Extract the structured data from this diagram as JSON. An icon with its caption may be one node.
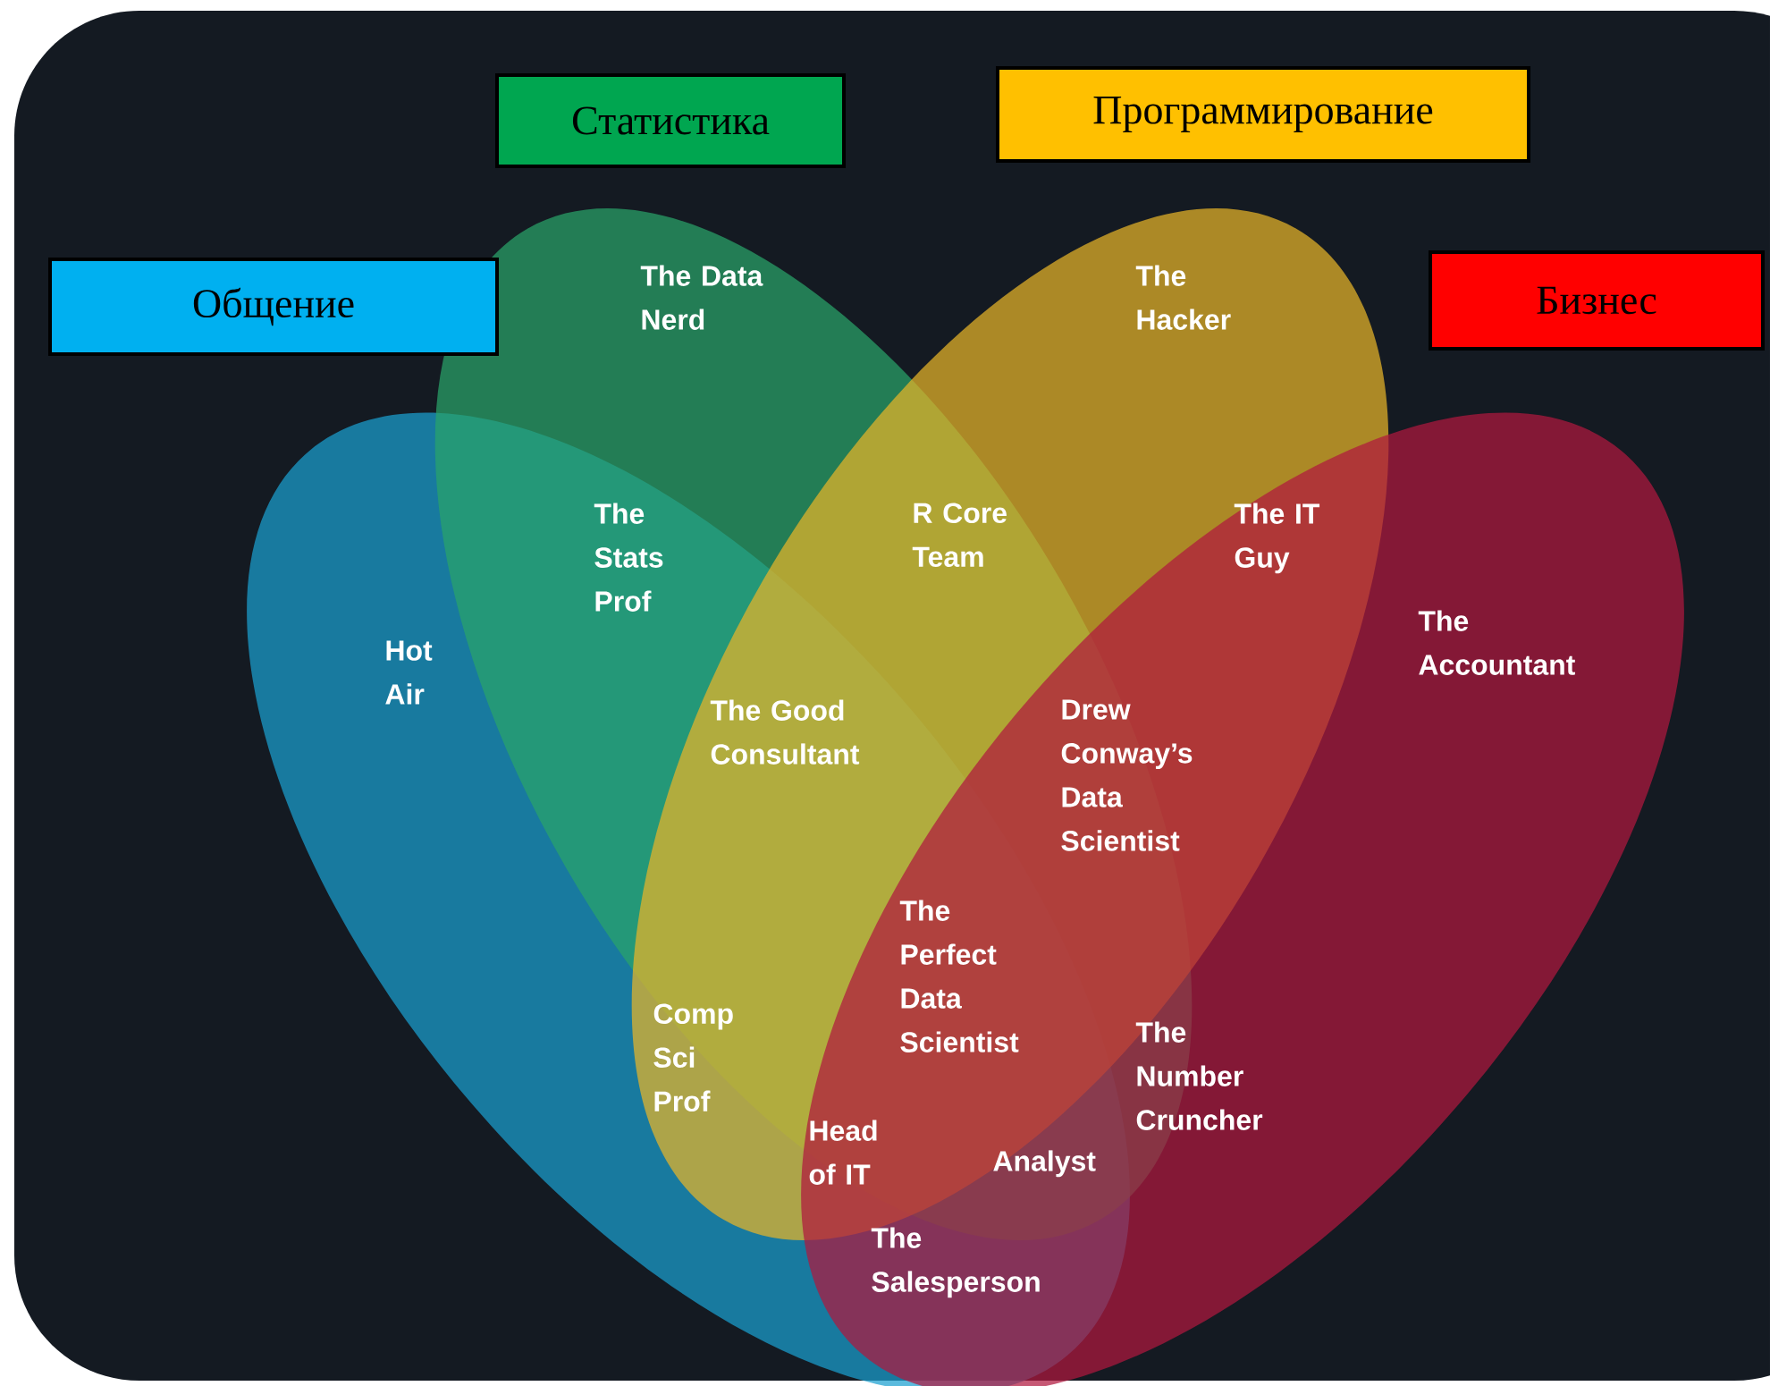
{
  "diagram": {
    "nodes": [
      {
        "text": [
          "Статистика"
        ]
      },
      {
        "text": [
          "Программирование"
        ]
      },
      {
        "text": [
          "Общение"
        ]
      },
      {
        "text": [
          "Бизнес"
        ]
      }
    ],
    "labels": [
      "The Data Nerd",
      "The Hacker",
      "The Stats Prof",
      "R Core Team",
      "The IT Guy",
      "The Accountant",
      "Hot Air",
      "The Good Consultant",
      "Drew Conway’s Data Scientist",
      "The Perfect Data Scientist",
      "Comp Sci Prof",
      "The Number Cruncher",
      "Head of IT",
      "Analyst",
      "The Salesperson"
    ]
  }
}
